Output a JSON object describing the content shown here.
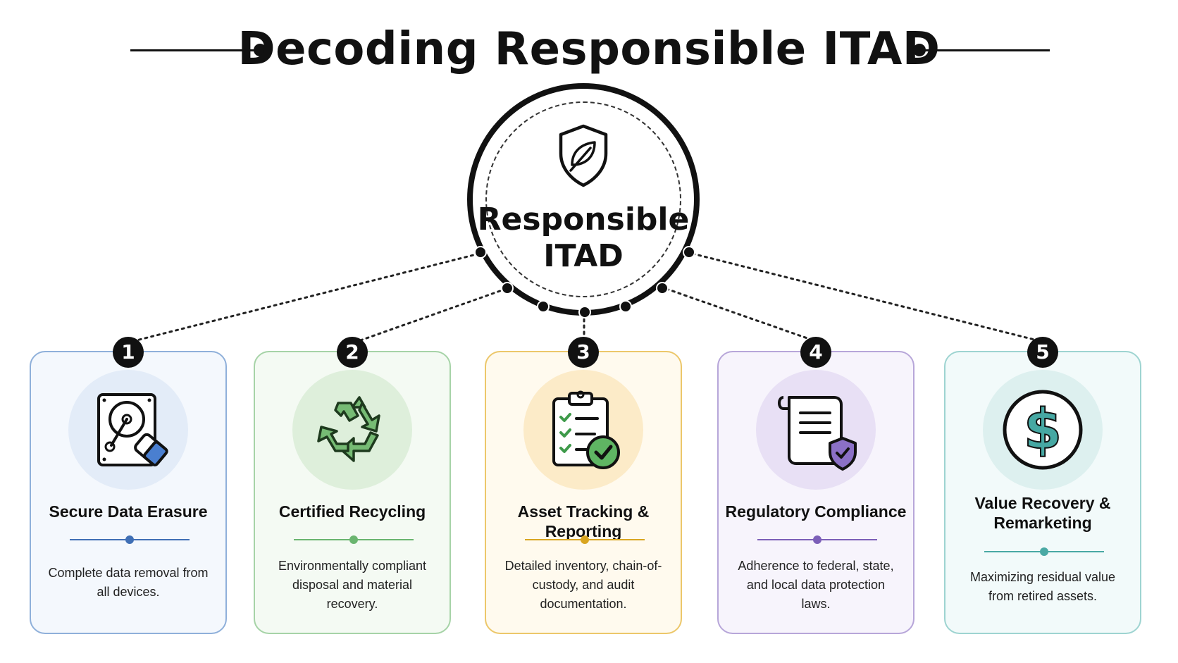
{
  "title": "Decoding Responsible ITAD",
  "hub": {
    "label_line1": "Responsible",
    "label_line2": "ITAD",
    "icon": "shield-leaf-icon"
  },
  "cards": [
    {
      "number": "1",
      "title": "Secure Data Erasure",
      "description": "Complete data removal from all devices.",
      "icon": "hard-drive-eraser-icon",
      "accent": "#3f6fb5",
      "border": "#8fb0da",
      "bg": "#f4f8fd",
      "circle": "#e3ecf8"
    },
    {
      "number": "2",
      "title": "Certified Recycling",
      "description": "Environmentally compliant disposal and material recovery.",
      "icon": "recycle-icon",
      "accent": "#6ab56f",
      "border": "#a6d3a7",
      "bg": "#f4faf3",
      "circle": "#deefdb"
    },
    {
      "number": "3",
      "title": "Asset Tracking & Reporting",
      "description": "Detailed inventory, chain-of-custody, and audit documentation.",
      "icon": "clipboard-checklist-icon",
      "accent": "#d9a520",
      "border": "#ecc76a",
      "bg": "#fffaee",
      "circle": "#fcebc8"
    },
    {
      "number": "4",
      "title": "Regulatory Compliance",
      "description": "Adherence to federal, state, and local data protection laws.",
      "icon": "document-shield-icon",
      "accent": "#7c5fb8",
      "border": "#b7a6d9",
      "bg": "#f7f4fc",
      "circle": "#e8e0f5"
    },
    {
      "number": "5",
      "title": "Value Recovery & Remarketing",
      "description": "Maximizing residual value from retired assets.",
      "icon": "dollar-coin-icon",
      "accent": "#4aa9a4",
      "border": "#9ed4d1",
      "bg": "#f2fafa",
      "circle": "#ddf0ef"
    }
  ]
}
